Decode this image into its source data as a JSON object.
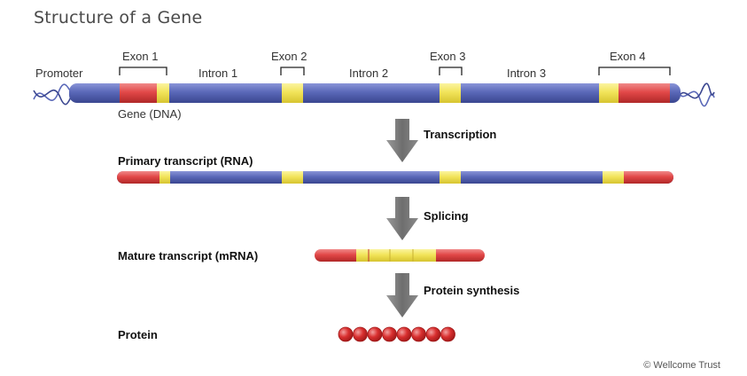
{
  "title": "Structure of a Gene",
  "gene": {
    "promoter": "Promoter",
    "exons": [
      "Exon 1",
      "Exon 2",
      "Exon 3",
      "Exon 4"
    ],
    "introns": [
      "Intron 1",
      "Intron 2",
      "Intron 3"
    ],
    "label": "Gene (DNA)"
  },
  "steps": {
    "transcription": "Transcription",
    "splicing": "Splicing",
    "protein_synthesis": "Protein synthesis"
  },
  "products": {
    "primary": "Primary transcript (RNA)",
    "mature": "Mature transcript (mRNA)",
    "protein": "Protein"
  },
  "credit": "© Wellcome Trust",
  "colors": {
    "intron": "#5a68b8",
    "exon_coding": "#e24848",
    "exon_junction": "#f2e45a",
    "arrow": "#7b7b7b",
    "bead": "#d93030"
  }
}
